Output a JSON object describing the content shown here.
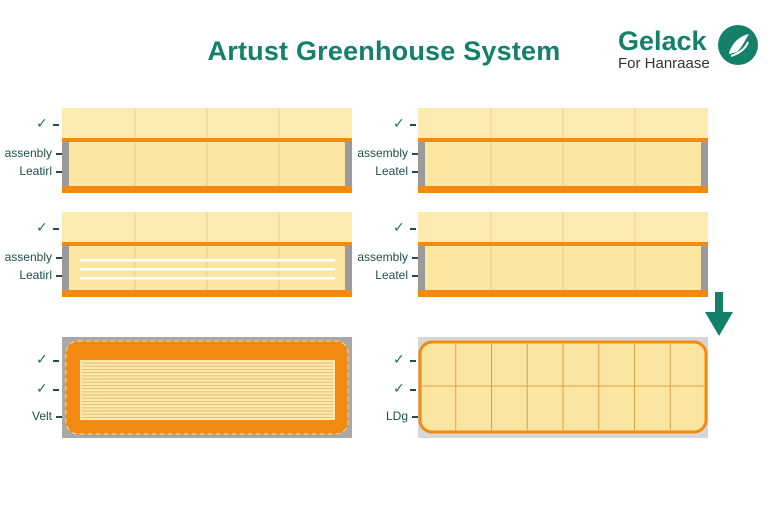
{
  "page": {
    "title": "Artust Greenhouse System"
  },
  "logo": {
    "name": "Gelack",
    "tagline": "For Hanraase"
  },
  "colors": {
    "accent": "#14806a",
    "orange": "#f28a12",
    "cream": "#fae8a6",
    "grey": "#9a9a9a"
  },
  "panels": [
    {
      "labels": [
        "assenbly",
        "Leatirl"
      ]
    },
    {
      "labels": [
        "assembly",
        "Leatel"
      ]
    },
    {
      "labels": [
        "assenbly",
        "Leatirl"
      ]
    },
    {
      "labels": [
        "assembly",
        "Leatel"
      ]
    },
    {
      "labels": [
        "Velt"
      ]
    },
    {
      "labels": [
        "LDg"
      ]
    }
  ],
  "icons": {
    "check": "✓",
    "arrow": "down-arrow-icon",
    "badge": "leaf-flame-icon"
  }
}
